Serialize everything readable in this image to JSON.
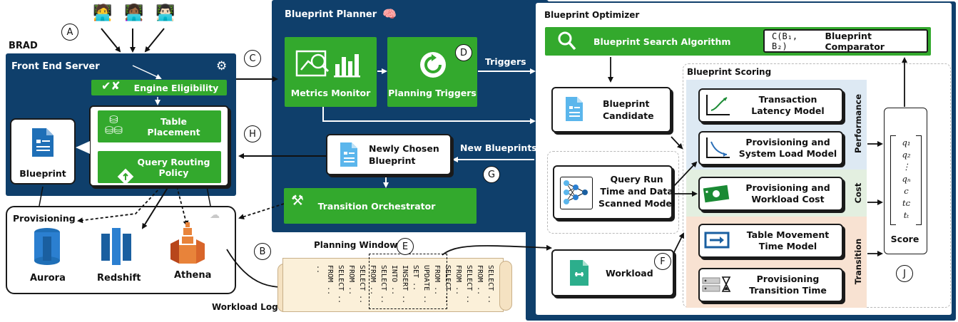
{
  "brad": {
    "label": "BRAD"
  },
  "front_end": {
    "title": "Front End Server",
    "engine_eligibility": "Engine Eligibility",
    "table_placement": "Table\nPlacement",
    "query_routing": "Query Routing\nPolicy",
    "blueprint": "Blueprint"
  },
  "provisioning": {
    "title": "Provisioning",
    "engines": [
      "Aurora",
      "Redshift",
      "Athena"
    ]
  },
  "planner": {
    "title": "Blueprint Planner",
    "metrics_monitor": "Metrics Monitor",
    "planning_triggers": "Planning Triggers",
    "triggers_label": "Triggers",
    "newly_chosen": "Newly Chosen\nBlueprint",
    "new_blueprints_label": "New Blueprints",
    "transition_orchestrator": "Transition Orchestrator"
  },
  "optimizer": {
    "title": "Blueprint Optimizer",
    "search_algorithm": "Blueprint Search Algorithm",
    "comparator_formula": "C(B₁, B₂)",
    "comparator_label": "Blueprint Comparator",
    "candidate": "Blueprint\nCandidate",
    "query_model": "Query Run\nTime and Data\nScanned Model",
    "workload": "Workload",
    "scoring_title": "Blueprint Scoring",
    "models": [
      "Transaction\nLatency Model",
      "Provisioning and\nSystem Load Model",
      "Provisioning and\nWorkload Cost",
      "Table Movement\nTime Model",
      "Provisioning\nTransition Time"
    ],
    "bands": [
      "Performance",
      "Cost",
      "Transition"
    ],
    "score_vector": [
      "q₁",
      "q₂",
      "⋮",
      "qₙ",
      "c",
      "tᴄ",
      "tₜ"
    ],
    "score_label": "Score"
  },
  "planning_window": "Planning Window",
  "workload_log": "Workload Log",
  "log_entries": [
    "SELECT ..",
    "FROM ..",
    "SELECT ..",
    "FROM ..",
    "SELECT ..",
    "FROM ..",
    "UPDATE ..",
    "SET ..",
    "INSERT ..",
    "INTO ..",
    "SELECT ..",
    "FROM ..",
    "SELECT ..",
    "FROM ..",
    "SELECT ..",
    "FROM ..",
    ".."
  ],
  "markers": [
    "A",
    "B",
    "C",
    "D",
    "E",
    "F",
    "G",
    "H",
    "J"
  ],
  "colors": {
    "navy": "#0f3f6b",
    "green": "#33a92d",
    "perf_band": "#dde9f3",
    "cost_band": "#e3efe0",
    "trans_band": "#f8e2d2"
  }
}
